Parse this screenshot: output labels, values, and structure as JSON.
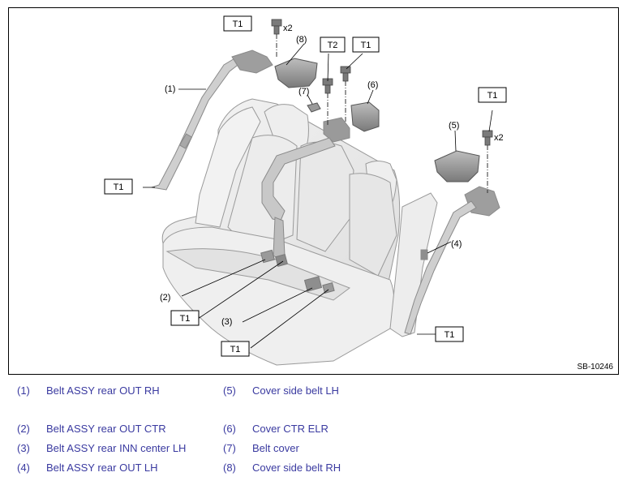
{
  "figure": {
    "code": "SB-10246",
    "tag_labels": {
      "t1": "T1",
      "t2": "T2"
    },
    "multiplier": "x2",
    "callouts": [
      "(1)",
      "(2)",
      "(3)",
      "(4)",
      "(5)",
      "(6)",
      "(7)",
      "(8)"
    ]
  },
  "legend": [
    {
      "num": "(1)",
      "text": "Belt ASSY rear OUT RH"
    },
    {
      "num": "(2)",
      "text": "Belt ASSY rear OUT CTR"
    },
    {
      "num": "(3)",
      "text": "Belt ASSY rear INN center LH"
    },
    {
      "num": "(4)",
      "text": "Belt ASSY rear OUT LH"
    },
    {
      "num": "(5)",
      "text": "Cover side belt LH"
    },
    {
      "num": "(6)",
      "text": "Cover CTR ELR"
    },
    {
      "num": "(7)",
      "text": "Belt cover"
    },
    {
      "num": "(8)",
      "text": "Cover side belt RH"
    }
  ]
}
